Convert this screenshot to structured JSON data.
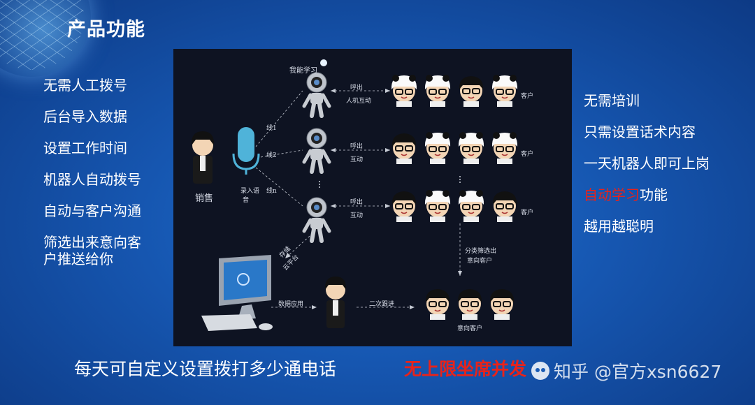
{
  "page_title": "产品功能",
  "left_features": [
    "无需人工拨号",
    "后台导入数据",
    "设置工作时间",
    "机器人自动拨号",
    "自动与客户沟通",
    "筛选出来意向客",
    "户推送给你"
  ],
  "right_features": {
    "item1": "无需培训",
    "item2": "只需设置话术内容",
    "item3": "一天机器人即可上岗",
    "item4_red": "自动学习",
    "item4_rest": "功能",
    "item5": "越用越聪明"
  },
  "diagram": {
    "learn": "我能学习",
    "call_out_1": "呼出",
    "interaction_1": "人机互动",
    "call_out_2": "呼出",
    "interaction_2": "互动",
    "call_out_3": "呼出",
    "interaction_3": "互动",
    "customer_1": "客户",
    "customer_2": "客户",
    "customer_3": "客户",
    "line1": "线1",
    "line2": "线2",
    "linen": "线n",
    "record_voice_a": "录入语",
    "record_voice_b": "音",
    "sales": "销售",
    "store": "存储",
    "cloud": "云平台",
    "classify_a": "分类筛选出",
    "classify_b": "意向客户",
    "data_app": "数据应用",
    "second_follow": "二次跟进",
    "intent_customer": "意向客户"
  },
  "bottom_text": "每天可自定义设置拨打多少通电话",
  "bottom_red": "无上限坐席并发",
  "watermark": "知乎 @官方xsn6627",
  "colors": {
    "accent_red": "#e8231a",
    "bg_blue": "#1656b0",
    "diagram_bg": "#0e1322"
  }
}
